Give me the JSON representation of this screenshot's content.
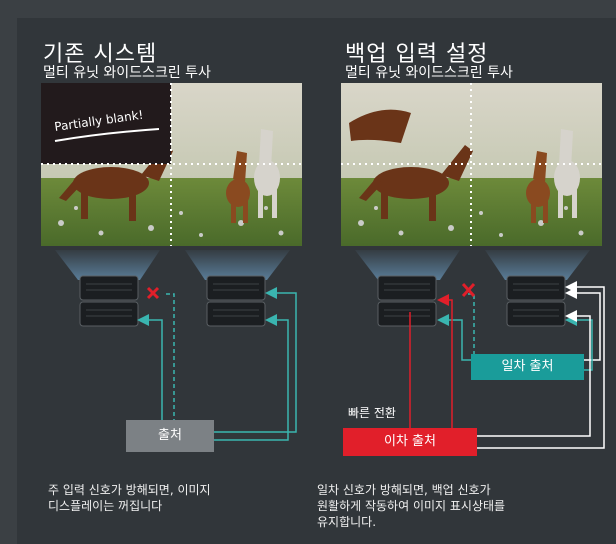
{
  "left": {
    "title": "기존 시스템",
    "subtitle": "멀티 유닛 와이드스크린 투사",
    "blank_label": "Partially blank!",
    "source_label": "출처",
    "description_line1": "주 입력 신호가 방해되면, 이미지",
    "description_line2": "디스플레이는 꺼집니다"
  },
  "right": {
    "title": "백업 입력 설정",
    "subtitle": "멀티 유닛 와이드스크린 투사",
    "primary_source_label": "일차 출처",
    "fast_switch_label": "빠른 전환",
    "secondary_source_label": "이차 출처",
    "description_line1": "일차 신호가 방해되면, 백업 신호가",
    "description_line2": "원활하게 작동하여 이미지 표시상태를",
    "description_line3": "유지합니다."
  },
  "colors": {
    "background": "#31363a",
    "teal": "#3ab5b0",
    "red": "#e11f2a",
    "gray_box": "#7c8185",
    "fail_mark": "#e11f2a"
  },
  "icons": [
    "projector-icon",
    "fail-x-icon"
  ]
}
